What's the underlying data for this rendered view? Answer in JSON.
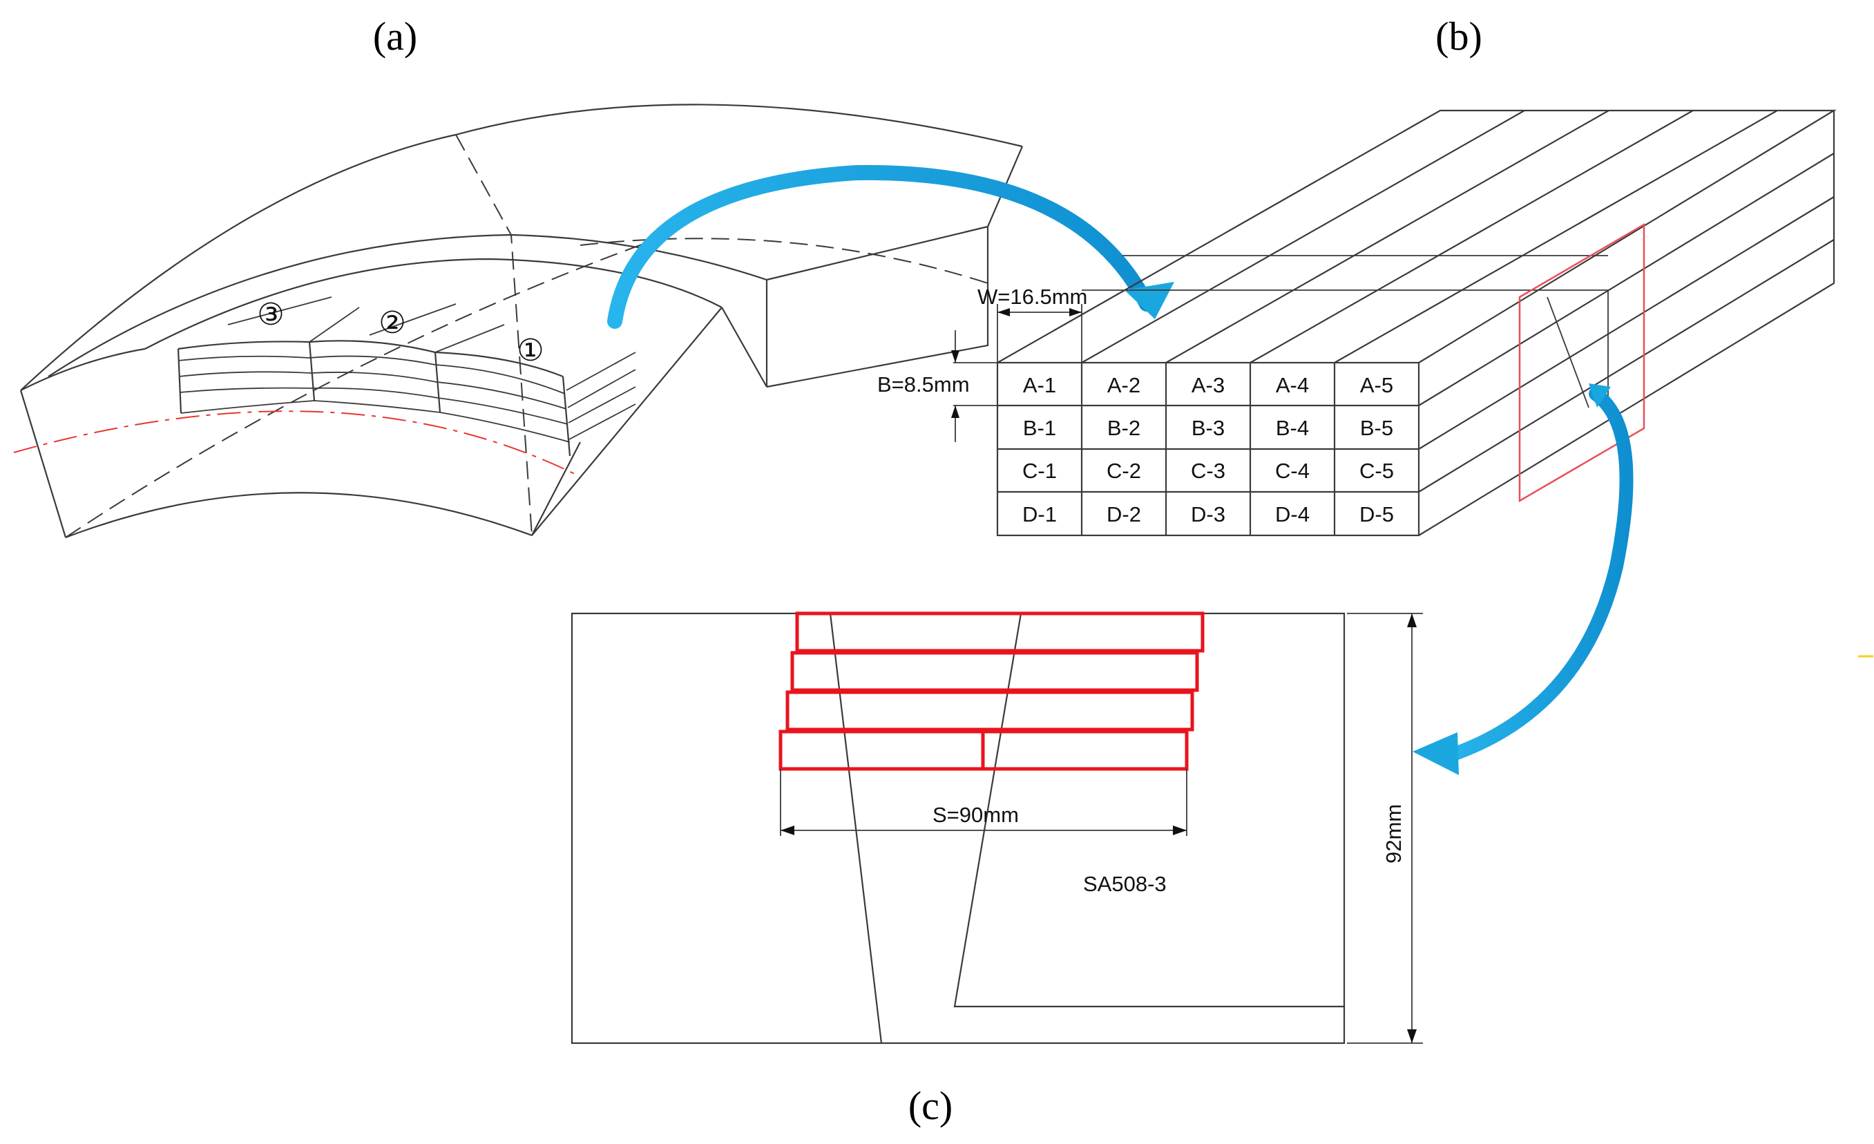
{
  "panels": {
    "a": {
      "label": "(a)",
      "markers": [
        "③",
        "②",
        "①"
      ]
    },
    "b": {
      "label": "(b)",
      "width_label": "W=16.5mm",
      "height_label": "B=8.5mm",
      "grid": [
        [
          "A-1",
          "A-2",
          "A-3",
          "A-4",
          "A-5"
        ],
        [
          "B-1",
          "B-2",
          "B-3",
          "B-4",
          "B-5"
        ],
        [
          "C-1",
          "C-2",
          "C-3",
          "C-4",
          "C-5"
        ],
        [
          "D-1",
          "D-2",
          "D-3",
          "D-4",
          "D-5"
        ]
      ]
    },
    "c": {
      "label": "(c)",
      "span_label": "S=90mm",
      "thickness_label": "92mm",
      "material_label": "SA508-3"
    }
  },
  "colors": {
    "line": "#3a3a3a",
    "weld_bead": "#e8141e",
    "center_line": "#e8352e",
    "arrow": "#1aa7e0"
  }
}
